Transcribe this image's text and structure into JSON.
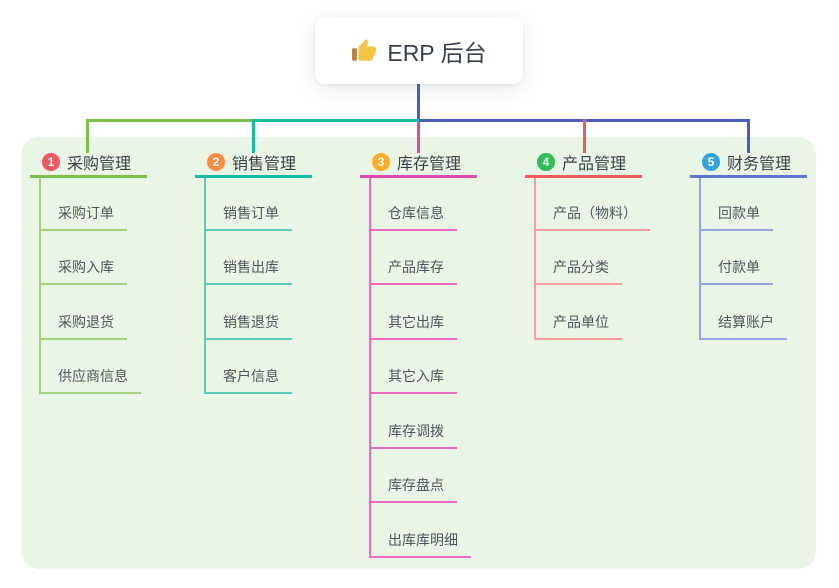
{
  "root": {
    "icon": "thumbs-up-icon",
    "label": "ERP 后台"
  },
  "branches": [
    {
      "number": "1",
      "label": "采购管理",
      "badge_color": "#f15863",
      "line_color": "#7cbf49",
      "child_line_color": "#a6d27f",
      "children": [
        "采购订单",
        "采购入库",
        "采购退货",
        "供应商信息"
      ]
    },
    {
      "number": "2",
      "label": "销售管理",
      "badge_color": "#ff8c3f",
      "line_color": "#12bda2",
      "child_line_color": "#5bcbba",
      "children": [
        "销售订单",
        "销售出库",
        "销售退货",
        "客户信息"
      ]
    },
    {
      "number": "3",
      "label": "库存管理",
      "badge_color": "#ffac26",
      "line_color": "#dd49ae",
      "child_line_color": "#e96bc0",
      "children": [
        "仓库信息",
        "产品库存",
        "其它出库",
        "其它入库",
        "库存调拨",
        "库存盘点",
        "出库库明细"
      ]
    },
    {
      "number": "4",
      "label": "产品管理",
      "badge_color": "#30bc59",
      "line_color": "#f15a5a",
      "child_line_color": "#f89d9d",
      "children": [
        "产品（物料）",
        "产品分类",
        "产品单位"
      ]
    },
    {
      "number": "5",
      "label": "财务管理",
      "badge_color": "#34a3e4",
      "line_color": "#5d75d2",
      "child_line_color": "#92a5e0",
      "children": [
        "回款单",
        "付款单",
        "结算账户"
      ]
    }
  ],
  "colors": {
    "canvas_background": "#ffffff",
    "panel_background": "#e9f6e6",
    "trunk_blue": "#4c5cc5",
    "root_text": "#394050",
    "child_text": "#50555b"
  }
}
